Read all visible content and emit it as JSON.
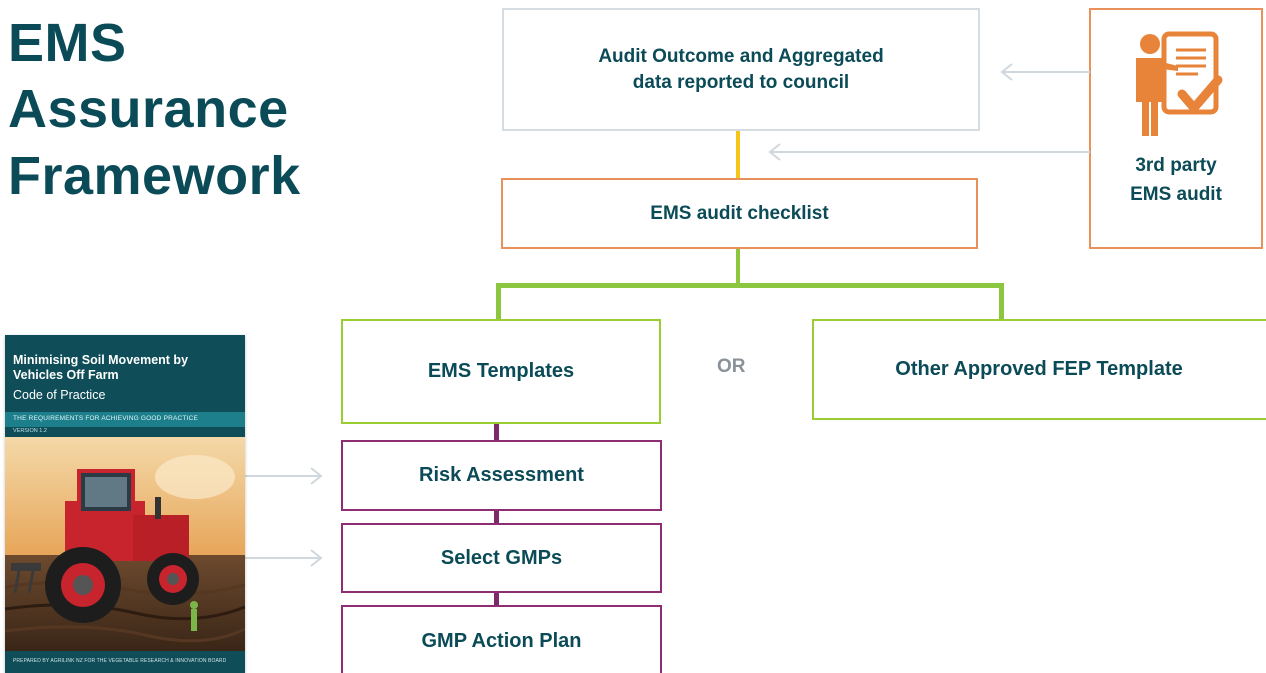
{
  "title": {
    "line1": "EMS",
    "line2": "Assurance",
    "line3": "Framework"
  },
  "boxes": {
    "audit_outcome": "Audit Outcome and Aggregated data reported to council",
    "audit_checklist": "EMS audit checklist",
    "third_party_line1": "3rd party",
    "third_party_line2": "EMS audit",
    "ems_templates": "EMS Templates",
    "or_label": "OR",
    "other_fep": "Other Approved FEP Template",
    "risk_assessment": "Risk Assessment",
    "select_gmps": "Select GMPs",
    "gmp_action_plan": "GMP Action Plan"
  },
  "document": {
    "title": "Minimising Soil Movement by Vehicles Off Farm",
    "subtitle": "Code of Practice",
    "band_text": "THE REQUIREMENTS FOR ACHIEVING GOOD PRACTICE",
    "version": "VERSION 1.2",
    "footer": "PREPARED BY AGRILINK NZ FOR THE VEGETABLE RESEARCH & INNOVATION BOARD"
  },
  "icons": {
    "auditor": "auditor-checklist-icon",
    "arrow": "arrow-left-icon"
  },
  "colors": {
    "title_text": "#0b4b57",
    "box_text": "#0b4b57",
    "audit_border": "#d5dde2",
    "orange_border": "#e8915a",
    "green_border": "#9acd32",
    "purple_border": "#8e2d74",
    "yellow_connector": "#f5c518",
    "icon_orange": "#e8833a"
  }
}
